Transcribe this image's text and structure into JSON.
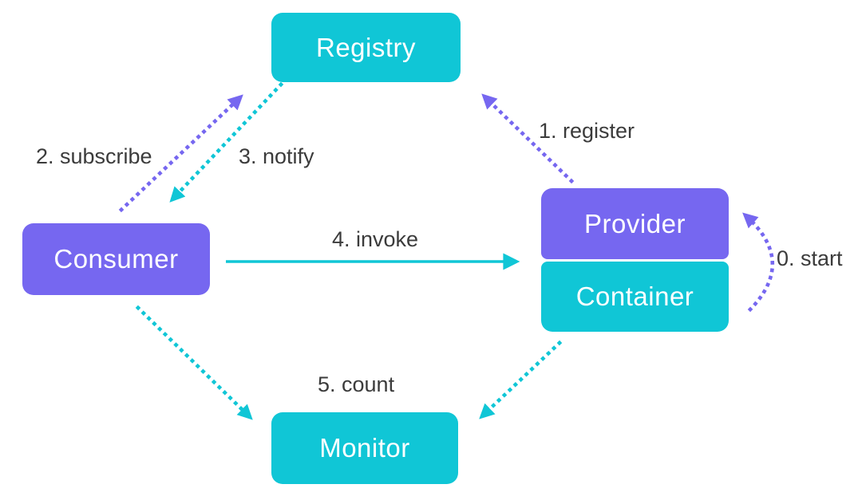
{
  "colors": {
    "purple": "#7667F0",
    "cyan": "#10C6D6",
    "label_text": "#3b3b3b",
    "node_text": "#ffffff",
    "background": "#ffffff"
  },
  "nodes": {
    "registry": {
      "label": "Registry"
    },
    "consumer": {
      "label": "Consumer"
    },
    "provider": {
      "label": "Provider"
    },
    "container": {
      "label": "Container"
    },
    "monitor": {
      "label": "Monitor"
    }
  },
  "edges": {
    "start": {
      "label": "0. start"
    },
    "register": {
      "label": "1. register"
    },
    "subscribe": {
      "label": "2. subscribe"
    },
    "notify": {
      "label": "3. notify"
    },
    "invoke": {
      "label": "4. invoke"
    },
    "count": {
      "label": "5. count"
    }
  }
}
